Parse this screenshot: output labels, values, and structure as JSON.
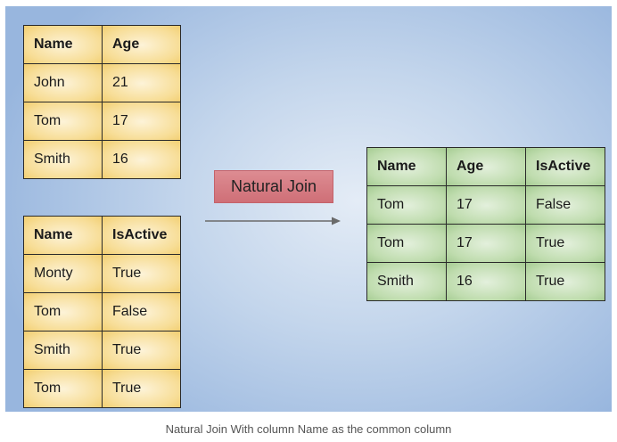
{
  "left_top_table": {
    "headers": [
      "Name",
      "Age"
    ],
    "rows": [
      [
        "John",
        "21"
      ],
      [
        "Tom",
        "17"
      ],
      [
        "Smith",
        "16"
      ]
    ]
  },
  "left_bottom_table": {
    "headers": [
      "Name",
      "IsActive"
    ],
    "rows": [
      [
        "Monty",
        "True"
      ],
      [
        "Tom",
        "False"
      ],
      [
        "Smith",
        "True"
      ],
      [
        "Tom",
        "True"
      ]
    ]
  },
  "result_table": {
    "headers": [
      "Name",
      "Age",
      "IsActive"
    ],
    "rows": [
      [
        "Tom",
        "17",
        "False"
      ],
      [
        "Tom",
        "17",
        "True"
      ],
      [
        "Smith",
        "16",
        "True"
      ]
    ]
  },
  "operation_label": "Natural Join",
  "caption": "Natural Join With column Name as the common column",
  "colors": {
    "input_table_fill": "#f7dd96",
    "result_table_fill": "#bfdcae",
    "operation_fill": "#d8808a",
    "background": "#c4d6ec"
  }
}
